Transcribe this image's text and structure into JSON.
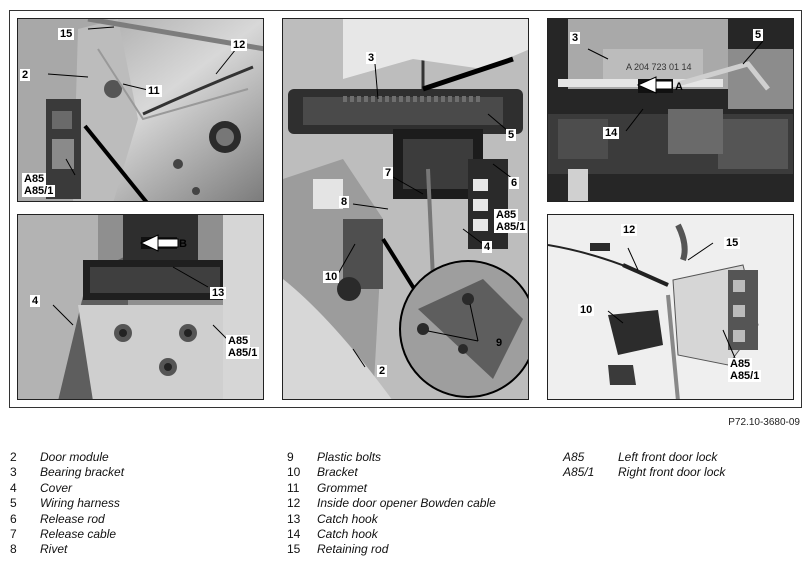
{
  "figure": {
    "id": "P72.10-3680-09",
    "panels": {
      "top_left": {
        "callouts": [
          "15",
          "12",
          "2",
          "11",
          "A85",
          "A85/1"
        ]
      },
      "bottom_left": {
        "callouts": [
          "B",
          "13",
          "4",
          "A85",
          "A85/1"
        ]
      },
      "center": {
        "callouts": [
          "3",
          "5",
          "6",
          "7",
          "8",
          "A85",
          "A85/1",
          "4",
          "10",
          "9",
          "2"
        ]
      },
      "top_right": {
        "callouts": [
          "3",
          "5",
          "A",
          "14"
        ],
        "part_marking": "A 204 723 01 14"
      },
      "bottom_right": {
        "callouts": [
          "12",
          "15",
          "10",
          "A85",
          "A85/1"
        ]
      }
    }
  },
  "legend": {
    "column_1": [
      {
        "num": "2",
        "desc": "Door module"
      },
      {
        "num": "3",
        "desc": "Bearing bracket"
      },
      {
        "num": "4",
        "desc": "Cover"
      },
      {
        "num": "5",
        "desc": "Wiring harness"
      },
      {
        "num": "6",
        "desc": "Release rod"
      },
      {
        "num": "7",
        "desc": "Release cable"
      },
      {
        "num": "8",
        "desc": "Rivet"
      }
    ],
    "column_2": [
      {
        "num": "9",
        "desc": "Plastic bolts"
      },
      {
        "num": "10",
        "desc": "Bracket"
      },
      {
        "num": "11",
        "desc": "Grommet"
      },
      {
        "num": "12",
        "desc": "Inside door opener Bowden cable"
      },
      {
        "num": "13",
        "desc": "Catch hook"
      },
      {
        "num": "14",
        "desc": "Catch hook"
      },
      {
        "num": "15",
        "desc": "Retaining rod"
      }
    ],
    "column_3": [
      {
        "num": "A85",
        "desc": "Left front door lock"
      },
      {
        "num": "A85/1",
        "desc": "Right front door lock"
      }
    ]
  },
  "colors": {
    "photo_light": "#c9c9c9",
    "photo_mid": "#8e8e8e",
    "photo_dark": "#2e2e2e",
    "leader": "#000000"
  }
}
